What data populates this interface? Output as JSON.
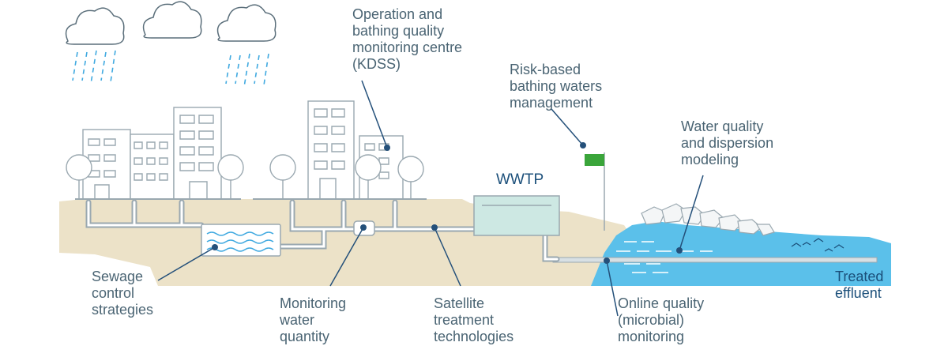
{
  "labels": {
    "operation_centre": [
      "Operation and",
      "bathing quality",
      "monitoring centre",
      "(KDSS)"
    ],
    "risk_based": [
      "Risk-based",
      "bathing waters",
      "management"
    ],
    "water_quality_modeling": [
      "Water quality",
      "and dispersion",
      "modeling"
    ],
    "wwtp": "WWTP",
    "sewage_control": [
      "Sewage",
      "control",
      "strategies"
    ],
    "monitoring_quantity": [
      "Monitoring",
      "water",
      "quantity"
    ],
    "satellite_treatment": [
      "Satellite",
      "treatment",
      "technologies"
    ],
    "online_quality": [
      "Online quality",
      "(microbial)",
      "monitoring"
    ],
    "treated_effluent": [
      "Treated",
      "effluent"
    ]
  },
  "colors": {
    "ground": "#ece2c8",
    "water": "#5bc0ea",
    "outline": "#9aa8b0",
    "leader": "#24507a",
    "tank": "#cde8e3",
    "flag": "#3aa53a",
    "text": "#4a6473",
    "text_dark": "#1b4f7a"
  }
}
